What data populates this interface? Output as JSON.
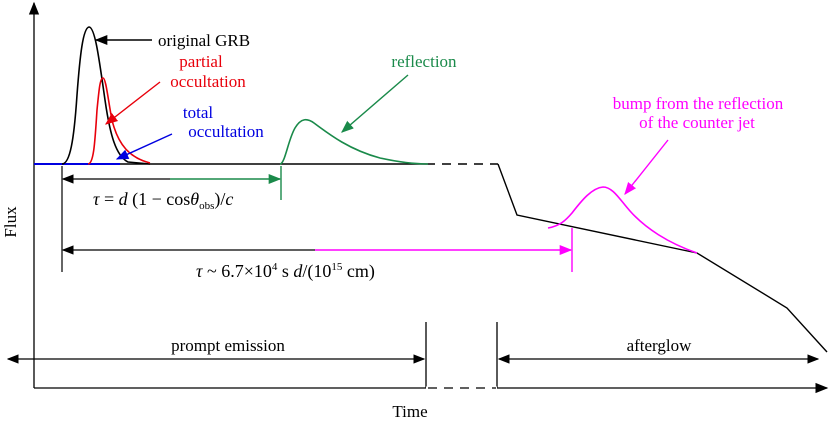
{
  "axes": {
    "x_label": "Time",
    "y_label": "Flux"
  },
  "labels": {
    "original": "original GRB",
    "partial_line1": "partial",
    "partial_line2": "occultation",
    "total_line1": "total",
    "total_line2": "occultation",
    "reflection": "reflection",
    "bump_line1": "bump from the reflection",
    "bump_line2": "of the counter jet",
    "prompt": "prompt emission",
    "afterglow": "afterglow"
  },
  "formulas": {
    "tau1": {
      "tau": "τ",
      "eq": " = ",
      "d": "d",
      "open": " (1 − cos",
      "theta": "θ",
      "obs": "obs",
      "close": ")/",
      "c": "c"
    },
    "tau2": {
      "tau": "τ",
      "approx": " ~ 6.7×10",
      "exp1": "4",
      "s": " s ",
      "d": "d",
      "paren": "/(10",
      "exp2": "15",
      "cm": " cm)"
    }
  },
  "colors": {
    "original": "#000000",
    "partial": "#e8000b",
    "total": "#0000e0",
    "reflection": "#1a8a4a",
    "counter_jet": "#ff00ff"
  }
}
